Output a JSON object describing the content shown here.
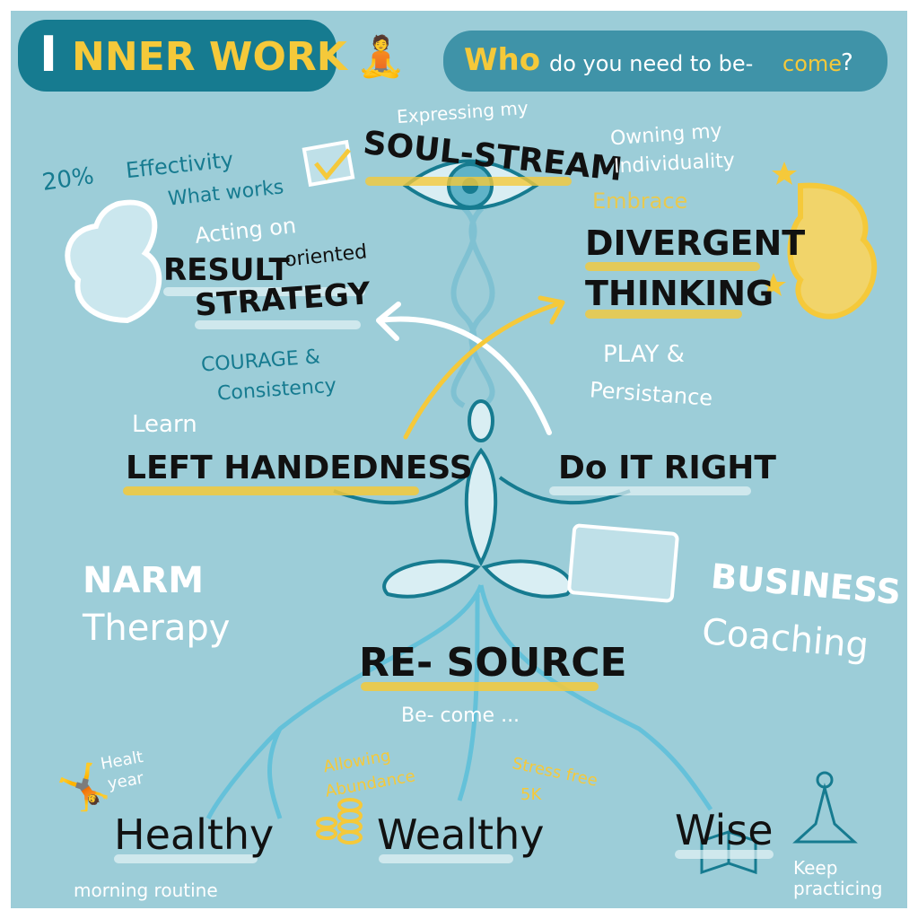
{
  "header": {
    "title_first": "I",
    "title_rest": "NNER WORK",
    "question_who": "Who",
    "question_mid": "do you need to be-",
    "question_come": "come",
    "question_mark": "?"
  },
  "top": {
    "expressing": "Expressing my",
    "soul_stream": "SOUL-STREAM",
    "owning": "Owning my",
    "individuality": "Individuality"
  },
  "left_upper": {
    "percent": "20%",
    "effectivity": "Effectivity",
    "what_works": "What works",
    "acting_on": "Acting on",
    "result": "RESULT",
    "oriented": "oriented",
    "strategy": "STRATEGY",
    "courage": "COURAGE &",
    "consistency": "Consistency"
  },
  "right_upper": {
    "embrace": "Embrace",
    "divergent": "DIVERGENT",
    "thinking": "THINKING",
    "play": "PLAY &",
    "persistance": "Persistance"
  },
  "middle": {
    "learn": "Learn",
    "left_handedness": "LEFT HANDEDNESS",
    "do_it_right": "Do IT RIGHT",
    "narm": "NARM",
    "therapy": "Therapy",
    "business": "BUSINESS",
    "coaching": "Coaching",
    "resource": "RE- SOURCE",
    "become": "Be- come ..."
  },
  "bottom": {
    "healt": "Healt",
    "year": "year",
    "healthy": "Healthy",
    "morning_routine": "morning routine",
    "allowing": "Allowing",
    "abundance": "Abundance",
    "wealthy": "Wealthy",
    "stress_free": "Stress free",
    "five_k": "5K",
    "wise": "Wise",
    "keep": "Keep",
    "practicing": "practicing"
  },
  "colors": {
    "background": "#9ccdd8",
    "teal": "#167b90",
    "yellow": "#f5c93a",
    "ink": "#111111"
  }
}
